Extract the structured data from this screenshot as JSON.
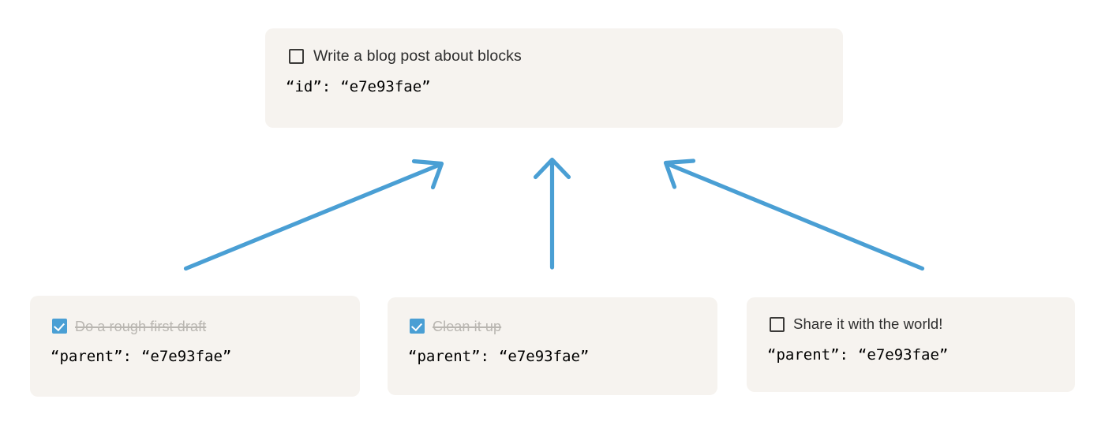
{
  "colors": {
    "card_bg": "#f6f3ef",
    "arrow": "#4a9fd4",
    "checkbox_checked": "#4a9fd4",
    "checkbox_border": "#3b3a38",
    "json_key": "#a22060",
    "json_colon": "#9a9a9a",
    "json_value": "#7d9f35",
    "label_text": "#2d2d2d",
    "label_done_text": "#b9b6b1",
    "page_bg": "#ffffff"
  },
  "parent_card": {
    "task_label": "Write a blog post about blocks",
    "checkbox_state": "unchecked",
    "json_key": "“id”",
    "json_colon": ":",
    "json_value": "“e7e93fae”"
  },
  "child_cards": [
    {
      "task_label": "Do a rough first draft",
      "checkbox_state": "checked",
      "json_key": "“parent”",
      "json_colon": ":",
      "json_value": "“e7e93fae”"
    },
    {
      "task_label": "Clean it up",
      "checkbox_state": "checked",
      "json_key": "“parent”",
      "json_colon": ":",
      "json_value": "“e7e93fae”"
    },
    {
      "task_label": "Share it with the world!",
      "checkbox_state": "unchecked",
      "json_key": "“parent”",
      "json_colon": ":",
      "json_value": "“e7e93fae”"
    }
  ],
  "arrows": [
    {
      "name": "arrow-left-child-to-parent",
      "from": "Do a rough first draft",
      "to": "Write a blog post about blocks"
    },
    {
      "name": "arrow-middle-child-to-parent",
      "from": "Clean it up",
      "to": "Write a blog post about blocks"
    },
    {
      "name": "arrow-right-child-to-parent",
      "from": "Share it with the world!",
      "to": "Write a blog post about blocks"
    }
  ]
}
